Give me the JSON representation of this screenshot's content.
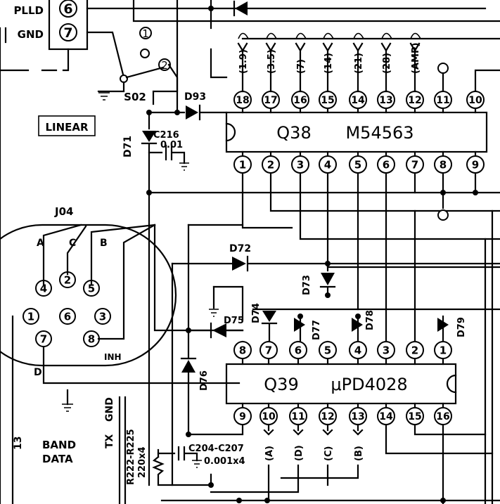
{
  "connector_top": {
    "pin6_label": "PLLD",
    "pin6": "6",
    "pin7_label": "GND",
    "pin7": "7"
  },
  "switch": {
    "name": "S02",
    "pos1": "1",
    "pos2": "2",
    "mode_label": "LINEAR"
  },
  "parts": {
    "d93": "D93",
    "d71": "D71",
    "c216_name": "C216",
    "c216_value": "0.01",
    "d72": "D72",
    "d73": "D73",
    "d74": "D74",
    "d75": "D75",
    "d76": "D76",
    "d77": "D77",
    "d78": "D78",
    "d79": "D79",
    "c204": "C204-C207",
    "c204_value": "0.001x4",
    "r222": "R222-R225",
    "r222_value": "220x4"
  },
  "q38": {
    "ref": "Q38",
    "part": "M54563",
    "top_pins": [
      "18",
      "17",
      "16",
      "15",
      "14",
      "13",
      "12",
      "11",
      "10"
    ],
    "bottom_pins": [
      "1",
      "2",
      "3",
      "4",
      "5",
      "6",
      "7",
      "8",
      "9"
    ],
    "top_labels": [
      "(1.9)",
      "(3.5)",
      "(7)",
      "(14)",
      "(21)",
      "(28)",
      "(AMP)"
    ]
  },
  "q39": {
    "ref": "Q39",
    "part": "μPD4028",
    "top_pins": [
      "8",
      "7",
      "6",
      "5",
      "4",
      "3",
      "2",
      "1"
    ],
    "bottom_pins": [
      "9",
      "10",
      "11",
      "12",
      "13",
      "14",
      "15",
      "16"
    ],
    "bottom_labels": [
      "(A)",
      "(D)",
      "(C)",
      "(B)"
    ]
  },
  "j04": {
    "name": "J04",
    "label_a": "A",
    "label_b": "B",
    "label_c": "C",
    "label_d": "D",
    "label_inh": "INH",
    "pins": [
      "1",
      "2",
      "3",
      "4",
      "5",
      "6",
      "7",
      "8"
    ]
  },
  "left_labels": {
    "num": "13",
    "band": "BAND",
    "data": "DATA",
    "tx": "TX",
    "gnd": "GND"
  }
}
